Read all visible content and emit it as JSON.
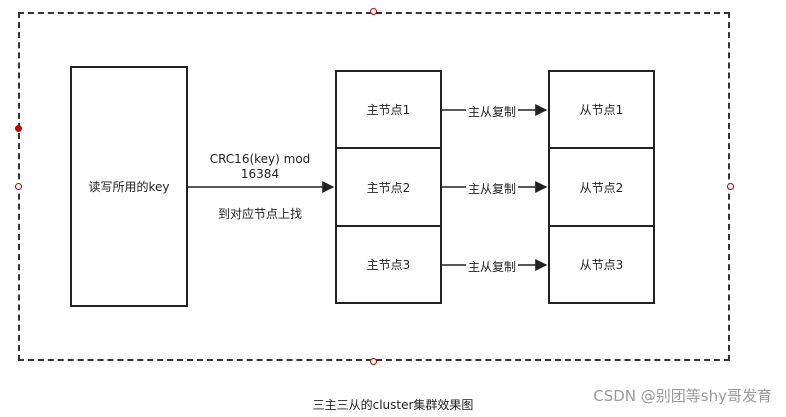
{
  "diagram": {
    "client_box": {
      "label": "读写所用的key"
    },
    "hash_label": {
      "line1": "CRC16(key) mod",
      "line2": "16384"
    },
    "route_label": "到对应节点上找",
    "masters": [
      {
        "label": "主节点1"
      },
      {
        "label": "主节点2"
      },
      {
        "label": "主节点3"
      }
    ],
    "replication_label": "主从复制",
    "slaves": [
      {
        "label": "从节点1"
      },
      {
        "label": "从节点2"
      },
      {
        "label": "从节点3"
      }
    ]
  },
  "caption": "三主三从的cluster集群效果图",
  "watermark": "CSDN @别团等shy哥发育"
}
